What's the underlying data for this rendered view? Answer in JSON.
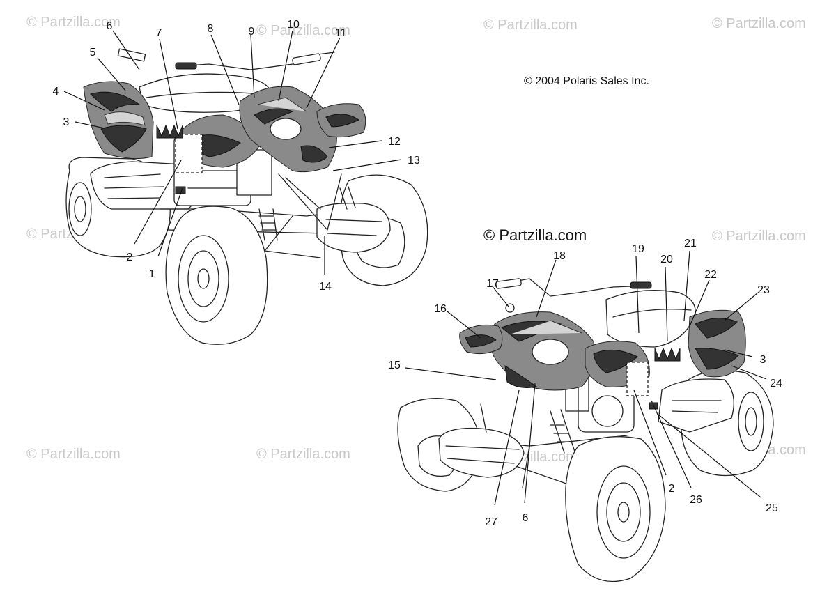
{
  "diagram": {
    "copyright": "© 2004 Polaris Sales Inc.",
    "watermark_text": "© Partzilla.com",
    "watermark_emphasis": "© Partzilla.com",
    "callouts": {
      "c1": "1",
      "c2": "2",
      "c3": "3",
      "c4": "4",
      "c5": "5",
      "c6": "6",
      "c7": "7",
      "c8": "8",
      "c9": "9",
      "c10": "10",
      "c11": "11",
      "c12": "12",
      "c13": "13",
      "c14": "14",
      "c15": "15",
      "c16": "16",
      "c17": "17",
      "c18": "18",
      "c19": "19",
      "c20": "20",
      "c21": "21",
      "c22": "22",
      "c23": "23",
      "c3b": "3",
      "c24": "24",
      "c25": "25",
      "c26": "26",
      "c2b": "2",
      "c6b": "6",
      "c27": "27"
    }
  }
}
